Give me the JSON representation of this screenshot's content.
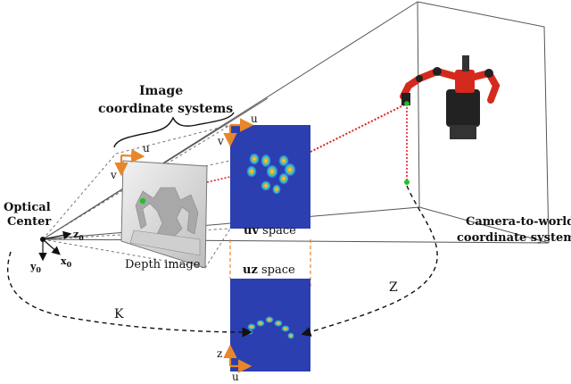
{
  "labels": {
    "image_coordinate_systems_line1": "Image",
    "image_coordinate_systems_line2": "coordinate systems",
    "optical_center_line1": "Optical",
    "optical_center_line2": "Center",
    "depth_image": "Depth image",
    "uv_space_bold": "uv",
    "uv_space_rest": " space",
    "uz_space_bold": "uz",
    "uz_space_rest": " space",
    "camera_to_world_line1": "Camera-to-world",
    "camera_to_world_line2": "coordinate system",
    "K": "K",
    "Z": "Z"
  },
  "axes": {
    "origin_z": "z",
    "origin_z_sub": "0",
    "origin_y": "y",
    "origin_y_sub": "0",
    "origin_x": "x",
    "origin_x_sub": "0",
    "depth_u": "u",
    "depth_v": "v",
    "uv_u": "u",
    "uv_v": "v",
    "uz_z": "z",
    "uz_u": "u"
  },
  "colors": {
    "heatmap_bg": "#2b3fb0",
    "axis_orange": "#e8862a",
    "red_line": "#e02020",
    "green_point": "#22c02a",
    "robot_red": "#d42a1e",
    "dark": "#222222"
  },
  "icons": {
    "robot": "robot-arm-icon",
    "depth": "depth-image-icon"
  }
}
